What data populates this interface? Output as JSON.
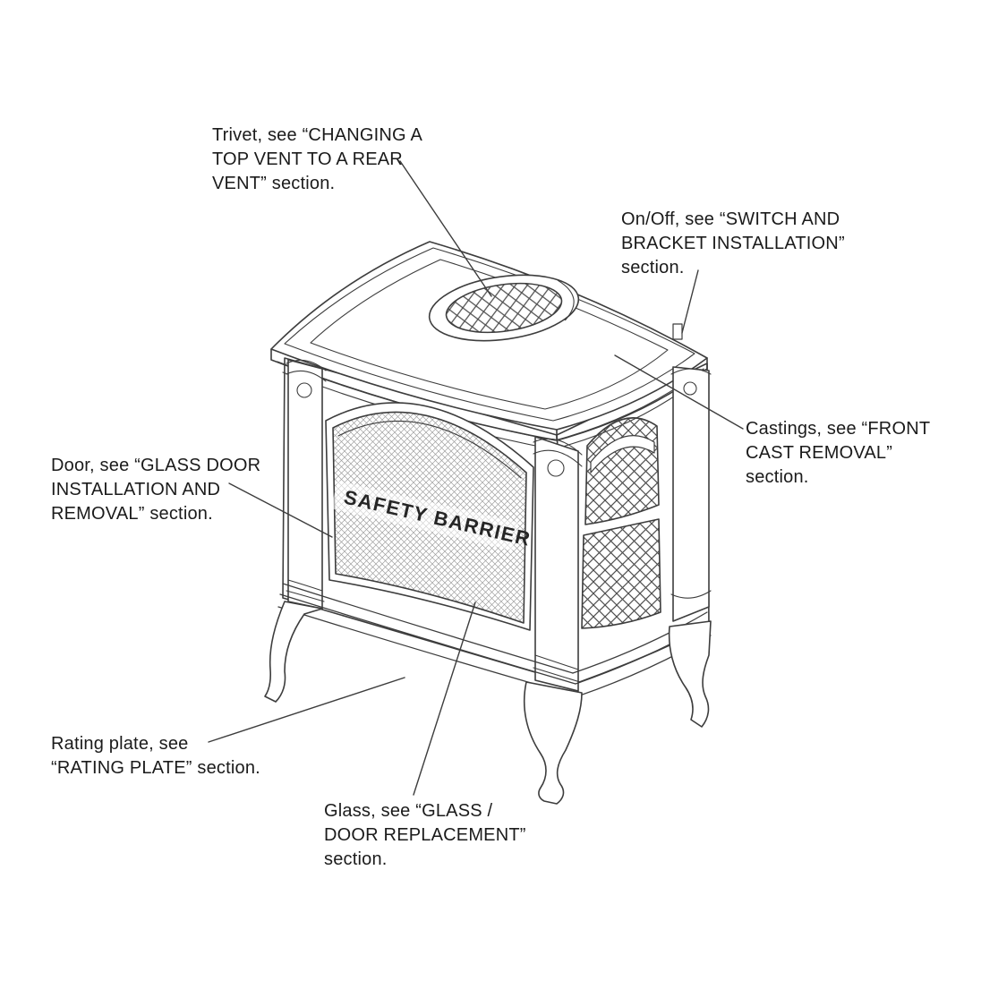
{
  "diagram": {
    "subject": "gas stove service parts callout diagram",
    "stove_text": "SAFETY BARRIER",
    "labels": [
      {
        "id": "trivet",
        "text": "Trivet, see “CHANGING A\nTOP VENT TO A REAR\nVENT” section."
      },
      {
        "id": "on-off",
        "text": "On/Off, see “SWITCH AND\nBRACKET INSTALLATION”\nsection."
      },
      {
        "id": "castings",
        "text": "Castings, see “FRONT\nCAST REMOVAL”\nsection."
      },
      {
        "id": "door",
        "text": "Door, see “GLASS DOOR\nINSTALLATION AND\nREMOVAL” section."
      },
      {
        "id": "rating-plate",
        "text": "Rating plate, see\n“RATING PLATE” section."
      },
      {
        "id": "glass",
        "text": "Glass, see “GLASS /\nDOOR REPLACEMENT”\nsection."
      }
    ],
    "colors": {
      "line": "#3d3d3d",
      "text": "#1b1b1b",
      "mesh": "#9b9b9b",
      "background": "#ffffff"
    }
  }
}
